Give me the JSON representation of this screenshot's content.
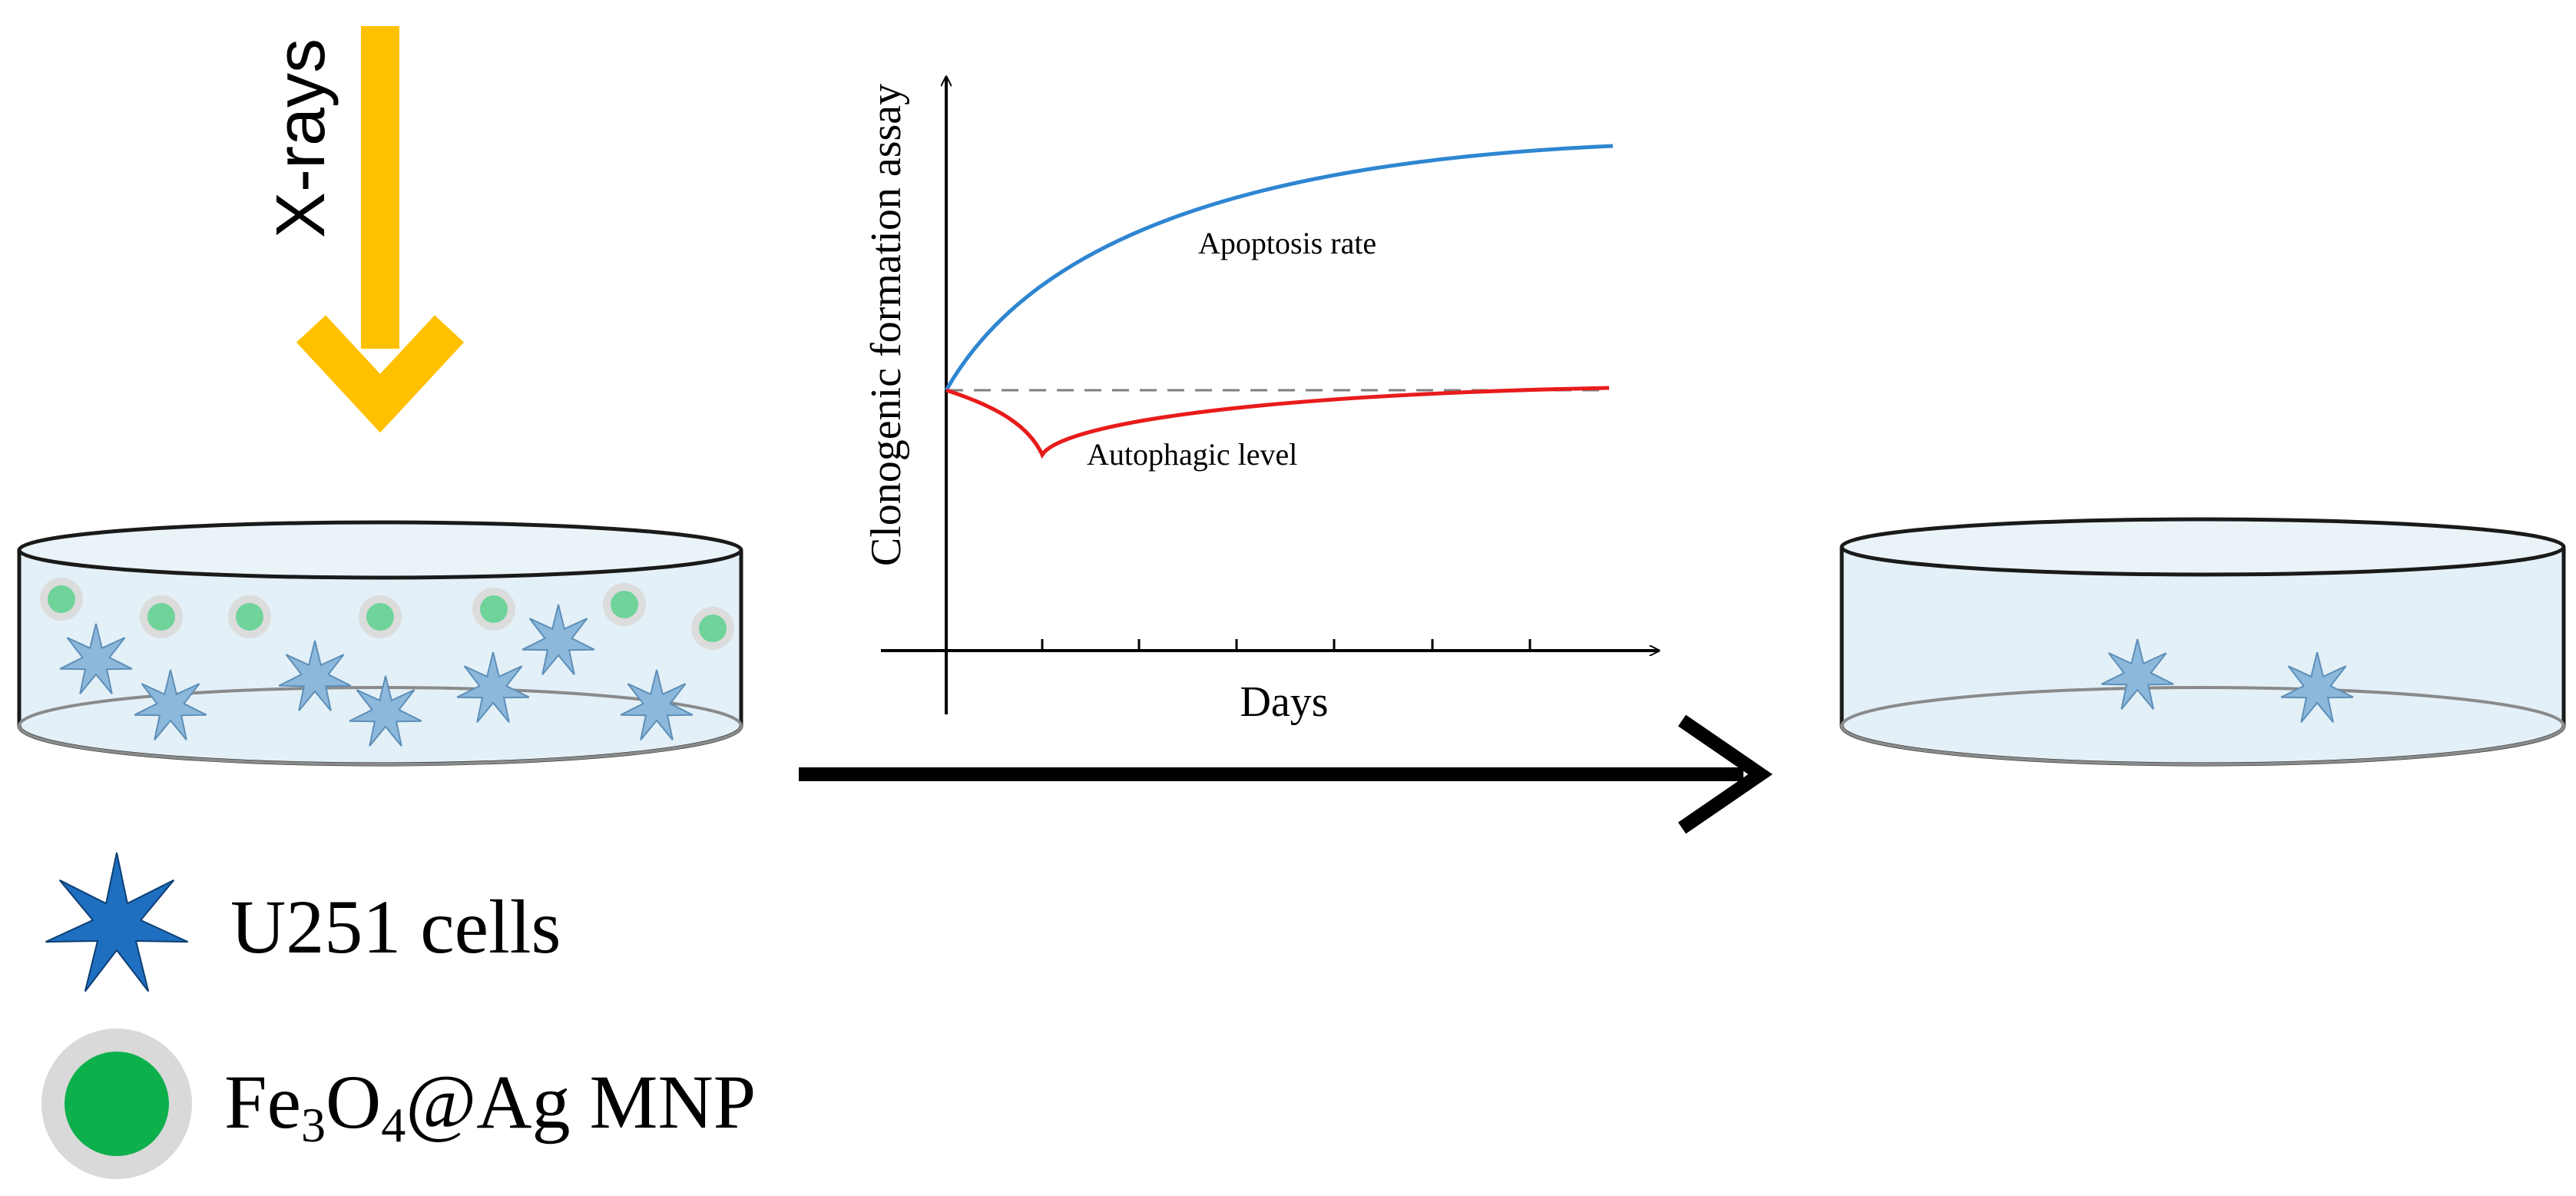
{
  "beam": {
    "label": "X-rays",
    "color": "#FFC000"
  },
  "graph": {
    "ylabel": "Clonogenic formation assay",
    "xlabel": "Days",
    "curves": {
      "apoptosis": {
        "label": "Apoptosis rate",
        "color": "#2E86D1"
      },
      "autophagy": {
        "label": "Autophagic level",
        "color": "#E81B1B"
      }
    },
    "baseline_color": "#7F7F7F"
  },
  "legend": {
    "cells": {
      "label": "U251 cells",
      "color": "#1F6FC0"
    },
    "mnp": {
      "formula": {
        "p1": "Fe",
        "s1": "3",
        "p2": "O",
        "s2": "4",
        "p3": "@Ag MNP"
      },
      "core_color": "#0DB04B",
      "shell_color": "#D9D9D9"
    }
  },
  "colors": {
    "dish_fill": "#E3F0F7",
    "dish_stroke": "#1A1A1A",
    "cell_light": "#8CB8DC",
    "nanoparticle": "#6FD39A",
    "arrow": "#000000"
  }
}
